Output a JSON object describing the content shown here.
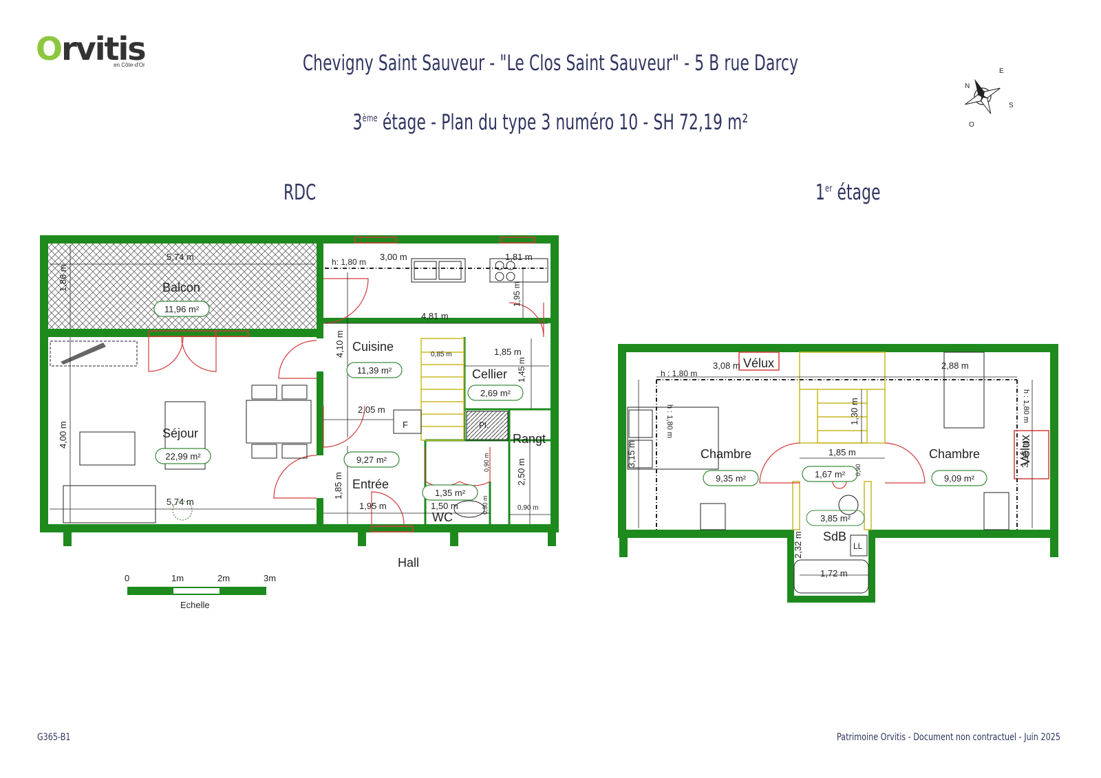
{
  "header": {
    "brand": "Orvitis",
    "brand_sub": "en Côte-d'Or",
    "title_line1": "Chevigny Saint Sauveur - \"Le Clos Saint Sauveur\" - 5 B rue Darcy",
    "floor_num": "3",
    "floor_sup": "ème",
    "title_line2_rest": " étage - Plan du type 3 numéro 10 - SH 72,19 m²"
  },
  "compass": {
    "n": "N",
    "e": "E",
    "s": "S",
    "o": "O"
  },
  "levels": {
    "rdc": "RDC",
    "upper_num": "1",
    "upper_sup": "er",
    "upper_rest": " étage"
  },
  "rdc_rooms": [
    {
      "name": "Balcon",
      "area": "11,96 m²"
    },
    {
      "name": "Séjour",
      "area": "22,99 m²"
    },
    {
      "name": "Cuisine",
      "area": "11,39 m²"
    },
    {
      "name": "Cellier",
      "area": "2,69 m²"
    },
    {
      "name": "Entrée",
      "area": "9,27 m²"
    },
    {
      "name": "WC",
      "area": "1,35 m²"
    },
    {
      "name": "Rangt",
      "area": ""
    },
    {
      "name": "Hall",
      "area": ""
    }
  ],
  "rdc_dims": [
    "5,74 m",
    "1,86 m",
    "4,00 m",
    "5,74 m",
    "h: 1,80 m",
    "3,00 m",
    "1,81 m",
    "1,95 m",
    "4,81 m",
    "4,10 m",
    "0,85 m",
    "1,85 m",
    "1,45 m",
    "2,05 m",
    "0,90 m",
    "2,50 m",
    "1,85 m",
    "1,95 m",
    "1,50 m",
    "0,90 m",
    "0,90 m"
  ],
  "rdc_marks": {
    "f": "F",
    "pl": "Pl."
  },
  "upper_rooms": [
    {
      "name": "Chambre",
      "area": "9,35 m²"
    },
    {
      "name": "Chambre",
      "area": "9,09 m²"
    },
    {
      "name": "",
      "area": "1,67 m²"
    },
    {
      "name": "SdB",
      "area": "3,85 m²"
    }
  ],
  "upper_dims": [
    "h : 1,80 m",
    "3,08 m",
    "2,88 m",
    "h : 1,80 m",
    "h : 1,80 m",
    "3,15 m",
    "3,15 m",
    "1,30 m",
    "1,85 m",
    "0,90",
    "2,32 m",
    "1,72 m"
  ],
  "upper_marks": {
    "velux1": "Vélux",
    "velux2": "Vélux",
    "ll": "LL"
  },
  "scale": {
    "ticks": [
      "0",
      "1m",
      "2m",
      "3m"
    ],
    "label": "Echelle"
  },
  "footer": {
    "left": "G365-B1",
    "right": "Patrimoine Orvitis - Document non contractuel - Juin 2025"
  },
  "colors": {
    "wall": "#1e8a1e",
    "door": "#d23a3a",
    "stair": "#e6d84a",
    "title": "#2f3560",
    "logo_accent": "#8dc63f"
  }
}
